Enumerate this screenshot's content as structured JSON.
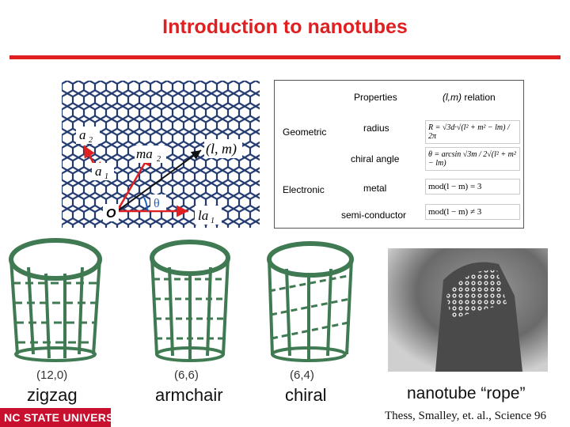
{
  "title": "Introduction to nanotubes",
  "lattice": {
    "vec_a2": "a",
    "vec_a2_sub": "2",
    "vec_ma2": "ma",
    "vec_ma2_sub": "2",
    "vec_a1": "a",
    "vec_a1_sub": "1",
    "vec_la1": "la",
    "vec_la1_sub": "1",
    "chiral_label": "(l, m)",
    "origin": "O",
    "angle": "θ"
  },
  "table": {
    "header_properties": "Properties",
    "header_relation_lm": "(l,m)",
    "header_relation_rest": " relation",
    "geometric": "Geometric",
    "electronic": "Electronic",
    "radius": "radius",
    "chiral_angle": "chiral angle",
    "metal": "metal",
    "semiconductor": "semi-conductor",
    "formula_radius": "R = √3d·√(l² + m² − lm) / 2π",
    "formula_angle": "θ = arcsin √3m / 2√(l² + m² − lm)",
    "formula_metal": "mod(l − m) = 3",
    "formula_semi": "mod(l − m) ≠ 3"
  },
  "tubes": [
    {
      "caption": "(12,0)",
      "name": "zigzag"
    },
    {
      "caption": "(6,6)",
      "name": "armchair"
    },
    {
      "caption": "(6,4)",
      "name": "chiral"
    }
  ],
  "rope": {
    "name": "nanotube “rope”",
    "citation": "Thess, Smalley, et. al., Science 96"
  },
  "logo": "NC STATE UNIVERSITY",
  "colors": {
    "accent": "#e02020",
    "tube": "#3f7a52",
    "vector": "#e02020"
  }
}
